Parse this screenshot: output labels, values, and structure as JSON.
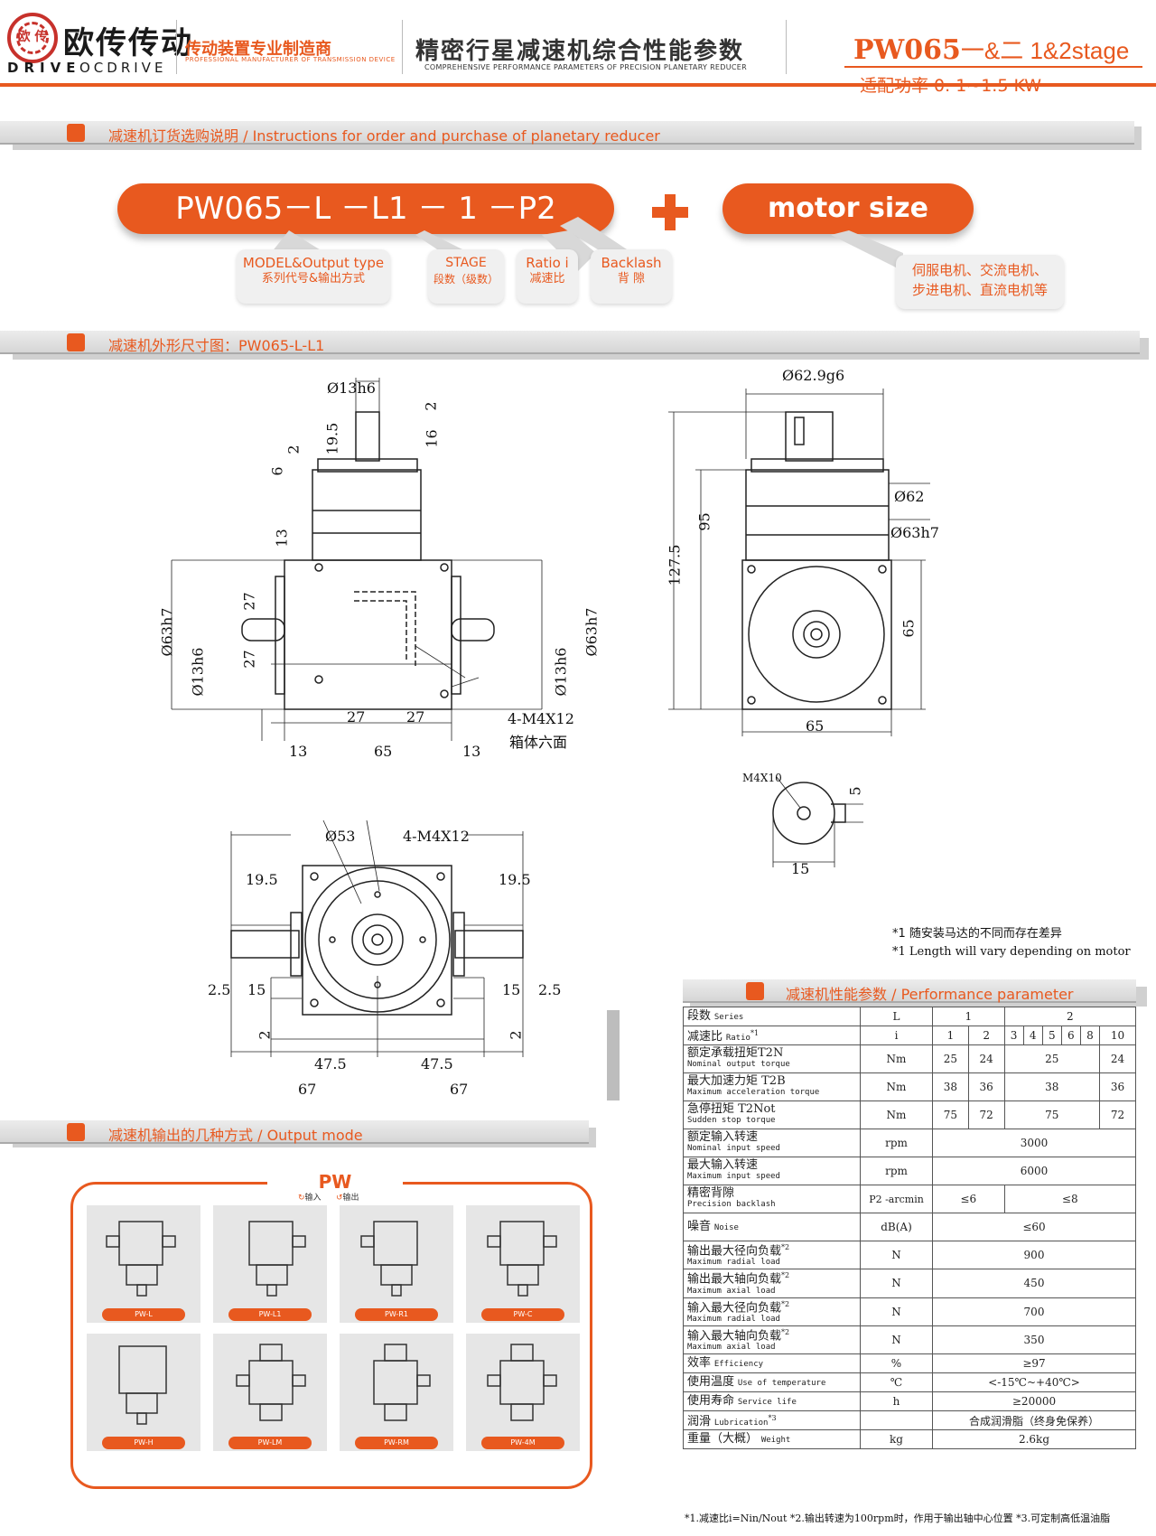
{
  "header": {
    "logo_char": "欧 传",
    "brand_cn": "欧传传动",
    "brand_en_left": "DRIVE",
    "brand_en_right": "OCDRIVE",
    "slogan_cn": "传动装置专业制造商",
    "slogan_en": "PROFESSIONAL MANUFACTURER OF TRANSMISSION DEVICE",
    "title_cn": "精密行星减速机综合性能参数",
    "title_en": "COMPREHENSIVE PERFORMANCE PARAMETERS OF PRECISION PLANETARY REDUCER",
    "model": "PW065",
    "model_suffix": "一&二 1&2stage",
    "power": "适配功率 0. 1~1.5 KW"
  },
  "sections": {
    "order": "减速机订货选购说明 / Instructions for order and purchase of planetary reducer",
    "dimension": "减速机外形尺寸图：PW065-L-L1",
    "output": "减速机输出的几种方式 / Output mode",
    "performance": "减速机性能参数 / Performance parameter"
  },
  "order": {
    "code": "PW065－L －L1 － 1 －P2",
    "plus": "+",
    "motor": "motor size",
    "chips": [
      {
        "l1": "MODEL&Output type",
        "l2": "系列代号&输出方式"
      },
      {
        "l1": "STAGE",
        "l2": "段数（级数）"
      },
      {
        "l1": "Ratio i",
        "l2": "减速比"
      },
      {
        "l1": "Backlash",
        "l2": "背  隙"
      },
      {
        "l1": "伺服电机、交流电机、",
        "l2": "步进电机、直流电机等"
      }
    ]
  },
  "drawing": {
    "front": [
      "Ø13h6",
      "2",
      "19.5",
      "16",
      "2",
      "6",
      "13",
      "27",
      "27",
      "Ø63h7",
      "Ø13h6",
      "Ø63h7",
      "Ø13h6",
      "27",
      "27",
      "13",
      "65",
      "13"
    ],
    "front_note1": "4-M4X12",
    "front_note2": "箱体六面",
    "side": [
      "Ø62.9g6",
      "Ø62",
      "Ø63h7",
      "127.5",
      "95",
      "65",
      "65"
    ],
    "shaft": [
      "M4X10",
      "5",
      "15"
    ],
    "bottom": [
      "Ø53",
      "4-M4X12",
      "19.5",
      "19.5",
      "2.5",
      "15",
      "15",
      "2.5",
      "2",
      "2",
      "47.5",
      "47.5",
      "67",
      "67"
    ],
    "footnote_cn": "*1 随安装马达的不同而存在差异",
    "footnote_en": "*1 Length will vary depending on motor"
  },
  "output_mode": {
    "title": "PW",
    "legend_in": "输入",
    "legend_out": "输出",
    "tiles": [
      "PW-L",
      "PW-L1",
      "PW-R1",
      "PW-C",
      "PW-H",
      "PW-LM",
      "PW-RM",
      "PW-4M"
    ]
  },
  "table": {
    "head_stage": {
      "cn": "段数",
      "en": "Series",
      "unit": "L",
      "s1": "1",
      "s2": "2"
    },
    "head_ratio": {
      "cn": "减速比",
      "en": "Ratio",
      "sup": "*1",
      "unit": "i",
      "values": [
        "1",
        "2",
        "3",
        "4",
        "5",
        "6",
        "8",
        "10"
      ]
    },
    "rows": [
      {
        "cn": "额定承载扭矩T2N",
        "en": "Nominal output torque",
        "unit": "Nm",
        "a": "25",
        "b": "24",
        "c": "25",
        "d": "24"
      },
      {
        "cn": "最大加速力矩 T2B",
        "en": "Maximum acceleration torque",
        "unit": "Nm",
        "a": "38",
        "b": "36",
        "c": "38",
        "d": "36"
      },
      {
        "cn": "急停扭矩 T2Not",
        "en": "Sudden stop torque",
        "unit": "Nm",
        "a": "75",
        "b": "72",
        "c": "75",
        "d": "72"
      }
    ],
    "span_rows": [
      {
        "cn": "额定输入转速",
        "en": "Nominal input speed",
        "unit": "rpm",
        "v": "3000"
      },
      {
        "cn": "最大输入转速",
        "en": "Maximum input speed",
        "unit": "rpm",
        "v": "6000"
      }
    ],
    "backlash": {
      "cn": "精密背隙",
      "en": "Precision backlash",
      "unit": "P2 -arcmin",
      "a": "≤6",
      "b": "≤8"
    },
    "span_rows2": [
      {
        "cn": "噪音",
        "en": "Noise",
        "sup": "",
        "unit": "dB(A)",
        "v": "≤60"
      },
      {
        "cn": "输出最大径向负载",
        "en": "Maximum radial load",
        "sup": "*2",
        "unit": "N",
        "v": "900"
      },
      {
        "cn": "输出最大轴向负载",
        "en": "Maximum axial load",
        "sup": "*2",
        "unit": "N",
        "v": "450"
      },
      {
        "cn": "输入最大径向负载",
        "en": "Maximum radial load",
        "sup": "*2",
        "unit": "N",
        "v": "700"
      },
      {
        "cn": "输入最大轴向负载",
        "en": "Maximum axial load",
        "sup": "*2",
        "unit": "N",
        "v": "350"
      }
    ],
    "short_rows": [
      {
        "cn": "效率",
        "en": "Efficiency",
        "sup": "",
        "unit": "%",
        "v": "≥97"
      },
      {
        "cn": "使用温度",
        "en": "Use of temperature",
        "sup": "",
        "unit": "℃",
        "v": "<-15℃~+40℃>"
      },
      {
        "cn": "使用寿命",
        "en": "Service life",
        "sup": "",
        "unit": "h",
        "v": "≥20000"
      },
      {
        "cn": "润滑",
        "en": "Lubrication",
        "sup": "*3",
        "unit": "",
        "v": "合成润滑脂（终身免保养）"
      },
      {
        "cn": "重量（大概）",
        "en": "Weight",
        "sup": "",
        "unit": "kg",
        "v": "2.6kg"
      }
    ],
    "footnote": "*1.减速比i=Nin/Nout  *2.输出转速为100rpm时，作用于输出轴中心位置  *3.可定制高低温油脂"
  }
}
